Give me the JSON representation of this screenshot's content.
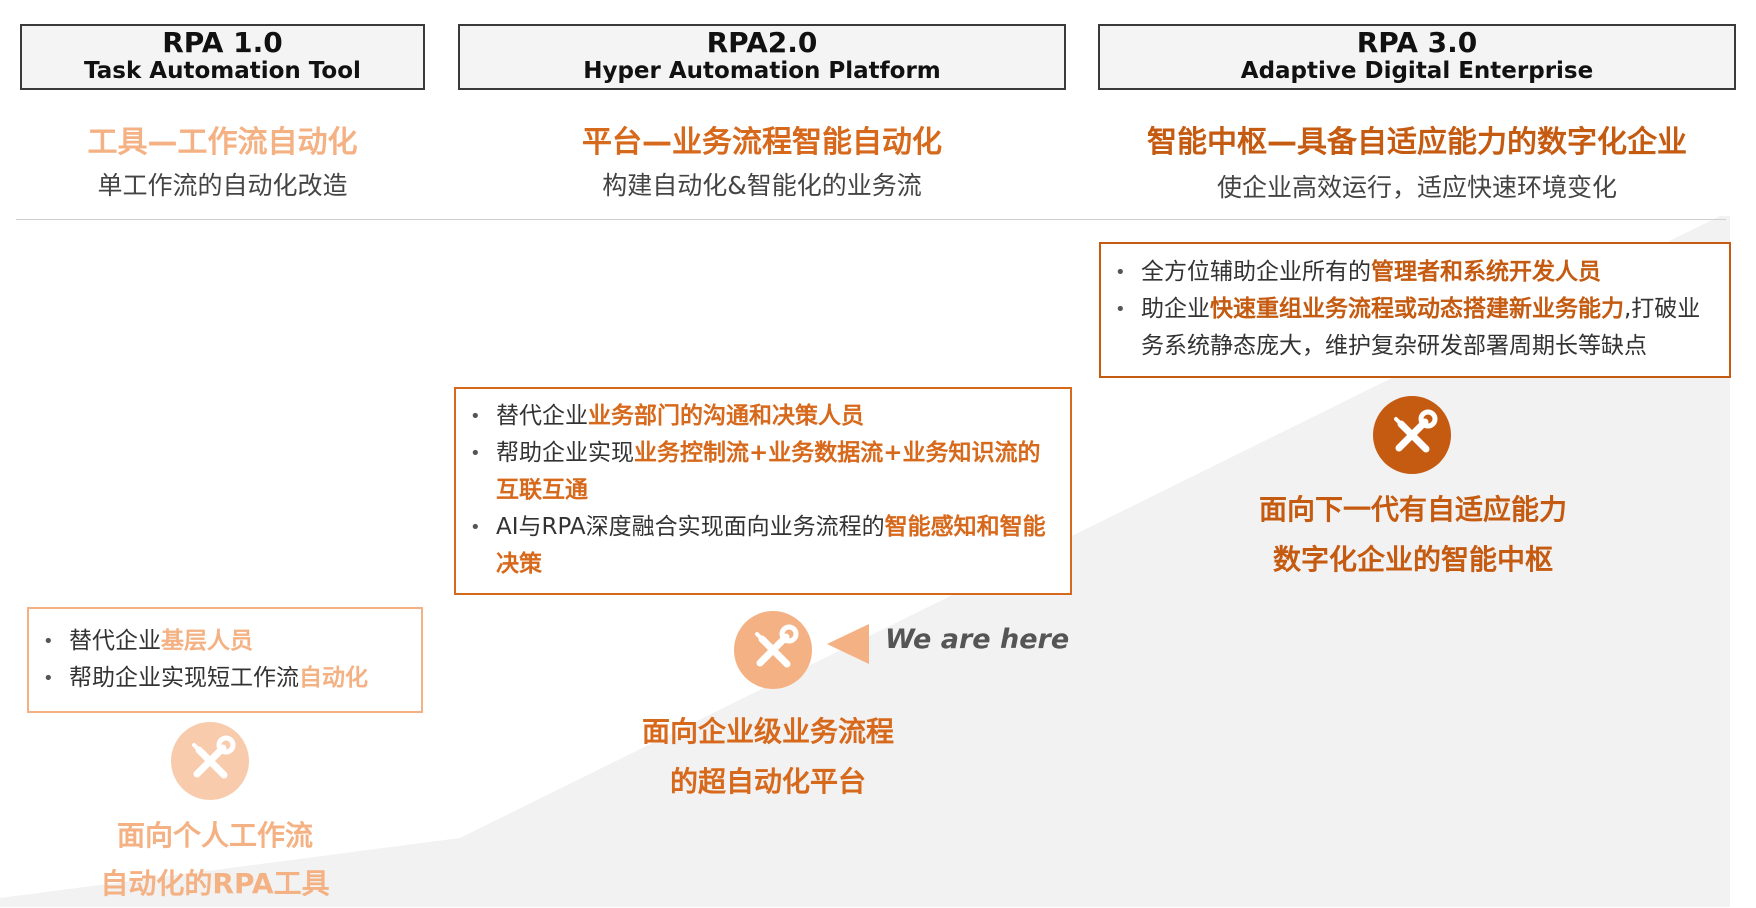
{
  "colors": {
    "accent_dark": "#C55A11",
    "accent_mid": "#D7691C",
    "accent_light": "#F4B183",
    "gray_area": "#F2F2F2",
    "header_border": "#3A3A3A"
  },
  "icon": "wrench-screwdriver-icon",
  "stages": [
    {
      "header_version": "RPA 1.0",
      "header_subtitle": "Task Automation Tool",
      "title": "工具—工作流自动化",
      "description": "单工作流的自动化改造",
      "bullets": [
        {
          "plain": "替代企业",
          "bold": "基层人员",
          "tail": ""
        },
        {
          "plain": "帮助企业实现短工作流",
          "bold": "自动化",
          "tail": ""
        }
      ],
      "caption_line1": "面向个人工作流",
      "caption_line2": "自动化的RPA工具"
    },
    {
      "header_version": "RPA2.0",
      "header_subtitle": "Hyper Automation Platform",
      "title": "平台—业务流程智能自动化",
      "description": "构建自动化&智能化的业务流",
      "bullets": [
        {
          "plain": "替代企业",
          "bold": "业务部门的沟通和决策人员",
          "tail": ""
        },
        {
          "plain": "帮助企业实现",
          "bold": "业务控制流+业务数据流+业务知识流的互联互通",
          "tail": ""
        },
        {
          "plain": "AI与RPA深度融合实现面向业务流程的",
          "bold": "智能感知和智能决策",
          "tail": ""
        }
      ],
      "caption_line1": "面向企业级业务流程",
      "caption_line2": "的超自动化平台",
      "marker_label": "We are here"
    },
    {
      "header_version": "RPA 3.0",
      "header_subtitle": "Adaptive Digital Enterprise",
      "title": "智能中枢—具备自适应能力的数字化企业",
      "description": "使企业高效运行，适应快速环境变化",
      "bullets": [
        {
          "plain": "全方位辅助企业所有的",
          "bold": "管理者和系统开发人员",
          "tail": ""
        },
        {
          "plain": "助企业",
          "bold": "快速重组业务流程或动态搭建新业务能力",
          "tail": ",打破业务系统静态庞大，维护复杂研发部署周期长等缺点"
        }
      ],
      "caption_line1": "面向下一代有自适应能力",
      "caption_line2": "数字化企业的智能中枢"
    }
  ]
}
